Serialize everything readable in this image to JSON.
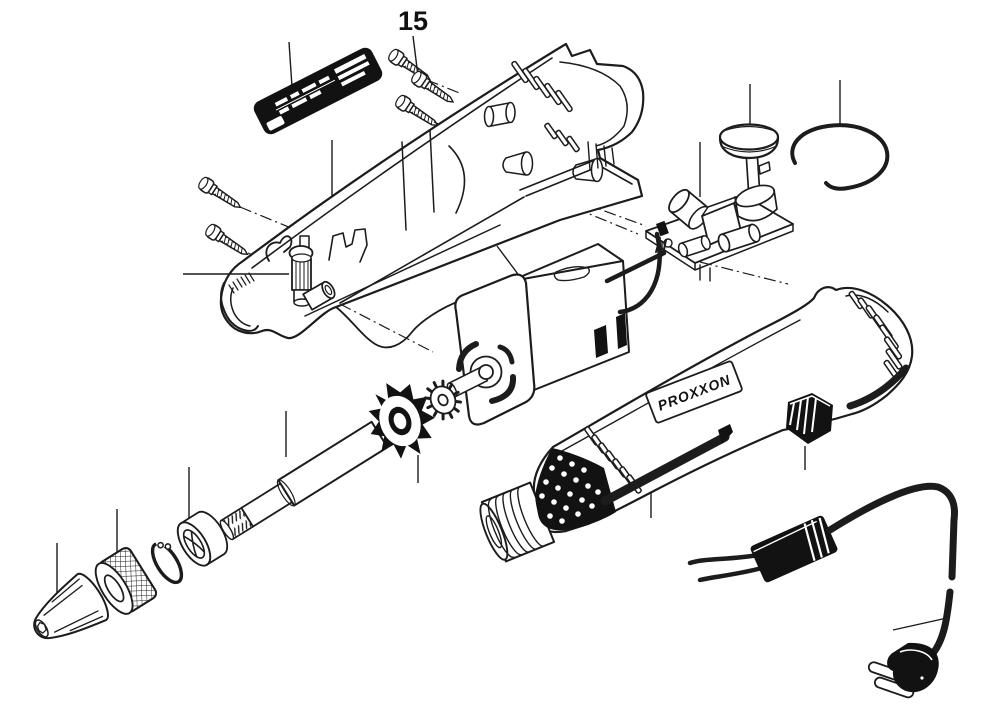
{
  "callout": {
    "number": "15"
  },
  "branding": {
    "logo_text": "PROXXON"
  },
  "colors": {
    "background": "#ffffff",
    "line": "#1c1c1c",
    "fill_black": "#121212"
  },
  "parts": [
    {
      "name": "specification-label"
    },
    {
      "name": "housing-screws",
      "callout": "15"
    },
    {
      "name": "upper-housing-shell"
    },
    {
      "name": "adjustment-knob"
    },
    {
      "name": "circuit-board-assembly"
    },
    {
      "name": "speed-control-knob"
    },
    {
      "name": "retaining-wire-clip"
    },
    {
      "name": "motor"
    },
    {
      "name": "pinion-gear"
    },
    {
      "name": "fan-impeller"
    },
    {
      "name": "spindle-shaft"
    },
    {
      "name": "bearing"
    },
    {
      "name": "snap-ring"
    },
    {
      "name": "collet-ring-nut"
    },
    {
      "name": "chuck"
    },
    {
      "name": "lower-housing"
    },
    {
      "name": "power-switch"
    },
    {
      "name": "strain-relief-block"
    },
    {
      "name": "power-cord-plug"
    }
  ]
}
